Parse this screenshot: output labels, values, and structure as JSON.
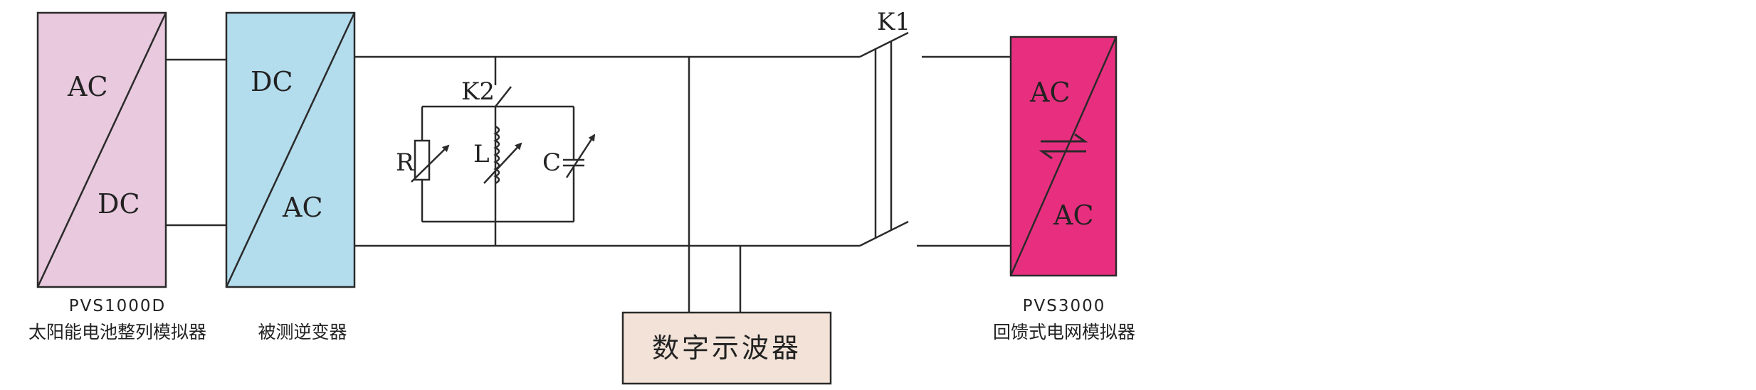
{
  "colors": {
    "solar": "#e8c9de",
    "inverter": "#b3dced",
    "grid": "#e82f7f",
    "scope": "#f2e2d8",
    "line": "#2a2a2a"
  },
  "solar": {
    "top": "AC",
    "bottom": "DC",
    "model": "PVS1000D",
    "name": "太阳能电池整列模拟器"
  },
  "inverter": {
    "top": "DC",
    "bottom": "AC",
    "name": "被测逆变器"
  },
  "load": {
    "switch": "K2",
    "r": "R",
    "l": "L",
    "c": "C"
  },
  "switch_k1": "K1",
  "scope": {
    "name": "数字示波器"
  },
  "grid": {
    "top": "AC",
    "bottom": "AC",
    "symbol": "bidirectional-arrows",
    "model": "PVS3000",
    "name": "回馈式电网模拟器"
  }
}
